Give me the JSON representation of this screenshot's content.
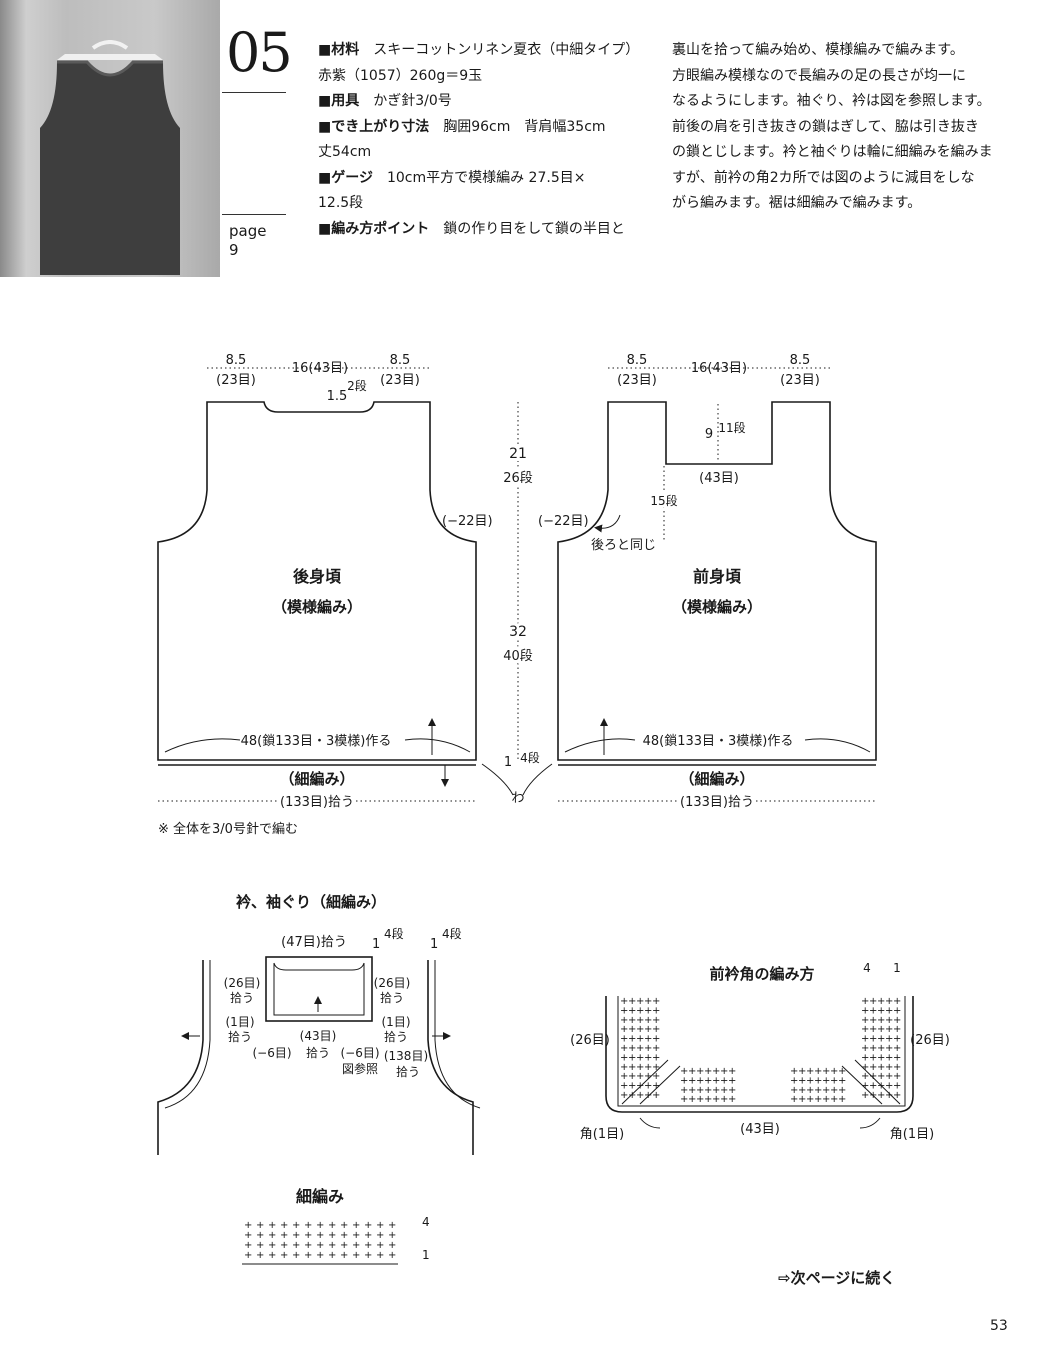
{
  "pattern_number": "05",
  "page_ref": {
    "label": "page",
    "number": "9"
  },
  "specs": {
    "material_label": "■材料",
    "material_value": "スキーコットンリネン夏衣（中細タイプ）",
    "material_value2": "赤紫（1057）260g＝9玉",
    "tools_label": "■用具",
    "tools_value": "かぎ針3/0号",
    "size_label": "■でき上がり寸法",
    "size_value": "胸囲96cm　背肩幅35cm",
    "size_value2": "丈54cm",
    "gauge_label": "■ゲージ",
    "gauge_value": "10cm平方で模様編み 27.5目×",
    "gauge_value2": "12.5段",
    "points_label": "■編み方ポイント",
    "points_value": "鎖の作り目をして鎖の半目と"
  },
  "description": [
    "裏山を拾って編み始め、模様編みで編みます。",
    "方眼編み模様なので長編みの足の長さが均一に",
    "なるようにします。袖ぐり、衿は図を参照します。",
    "前後の肩を引き抜きの鎖はぎして、脇は引き抜き",
    "の鎖とじします。衿と袖ぐりは輪に細編みを編みま",
    "すが、前衿の角2カ所では図のように減目をしな",
    "がら編みます。裾は細編みで編みます。"
  ],
  "back": {
    "title": "後身頃",
    "subtitle": "（模様編み）",
    "shoulder_w": "8.5",
    "shoulder_st": "(23目)",
    "neck_w": "16(43目)",
    "neck_depth": "1.5",
    "neck_rows": "2段",
    "armhole": "(−22目)",
    "start": "48(鎖133目・3模様)作る",
    "edge": "（細編み）",
    "pickup": "(133目)拾う"
  },
  "front": {
    "title": "前身頃",
    "subtitle": "（模様編み）",
    "shoulder_w": "8.5",
    "shoulder_st": "(23目)",
    "neck_w": "16(43目)",
    "neck_depth": "9",
    "neck_rows": "11段",
    "neck_st": "(43目)",
    "neck_side_rows": "15段",
    "armhole": "(−22目)",
    "same_as_back": "後ろと同じ",
    "start": "48(鎖133目・3模様)作る",
    "edge": "（細編み）",
    "pickup": "(133目)拾う"
  },
  "center_dims": {
    "upper": "21",
    "upper_rows": "26段",
    "lower": "32",
    "lower_rows": "40段",
    "hem": "1",
    "hem_rows": "4段",
    "loop": "わ"
  },
  "note": "※ 全体を3/0号針で編む",
  "collar": {
    "title": "衿、袖ぐり（細編み）",
    "top_pick": "(47目)拾う",
    "rows1_n": "1",
    "rows1": "4段",
    "rows2_n": "1",
    "rows2": "4段",
    "left_26": "(26目)",
    "left_26b": "拾う",
    "left_1": "(1目)",
    "left_1b": "拾う",
    "right_26": "(26目)",
    "right_26b": "拾う",
    "right_1": "(1目)",
    "right_1b": "拾う",
    "bottom_43": "(43目)",
    "bottom_43b": "拾う",
    "minus_l": "(−6目)",
    "minus_r": "(−6目)",
    "see_fig": "図参照",
    "arm_138": "(138目)",
    "arm_138b": "拾う"
  },
  "corner": {
    "title": "前衿角の編み方",
    "left_26": "(26目)",
    "right_26": "(26目)",
    "bottom_43": "(43目)",
    "corner_l": "角(1目)",
    "corner_r": "角(1目)",
    "row_top": "4",
    "row_bot": "1"
  },
  "sc_chart": {
    "title": "細編み",
    "row_top": "4",
    "row_bot": "1"
  },
  "continue": "⇨次ページに続く",
  "page_number": "53"
}
